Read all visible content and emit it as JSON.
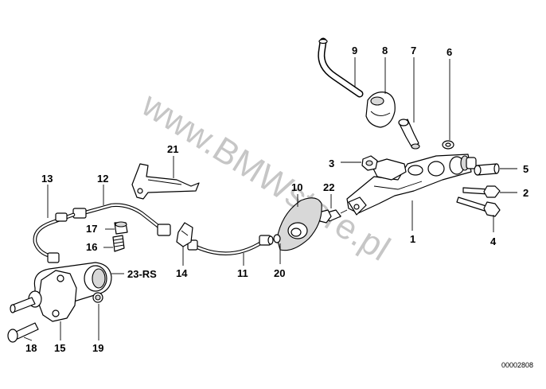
{
  "diagram": {
    "watermark": "www.BMWstore.pl",
    "reference_number": "00002808",
    "callouts": [
      {
        "id": "c1",
        "label": "1"
      },
      {
        "id": "c2",
        "label": "2"
      },
      {
        "id": "c3",
        "label": "3"
      },
      {
        "id": "c4",
        "label": "4"
      },
      {
        "id": "c5",
        "label": "5"
      },
      {
        "id": "c6",
        "label": "6"
      },
      {
        "id": "c7",
        "label": "7"
      },
      {
        "id": "c8",
        "label": "8"
      },
      {
        "id": "c9",
        "label": "9"
      },
      {
        "id": "c10",
        "label": "10"
      },
      {
        "id": "c11",
        "label": "11"
      },
      {
        "id": "c12",
        "label": "12"
      },
      {
        "id": "c13",
        "label": "13"
      },
      {
        "id": "c14",
        "label": "14"
      },
      {
        "id": "c15",
        "label": "15"
      },
      {
        "id": "c16",
        "label": "16"
      },
      {
        "id": "c17",
        "label": "17"
      },
      {
        "id": "c18",
        "label": "18"
      },
      {
        "id": "c19",
        "label": "19"
      },
      {
        "id": "c20",
        "label": "20"
      },
      {
        "id": "c21",
        "label": "21"
      },
      {
        "id": "c22",
        "label": "22"
      },
      {
        "id": "c23",
        "label": "23-RS"
      }
    ]
  }
}
